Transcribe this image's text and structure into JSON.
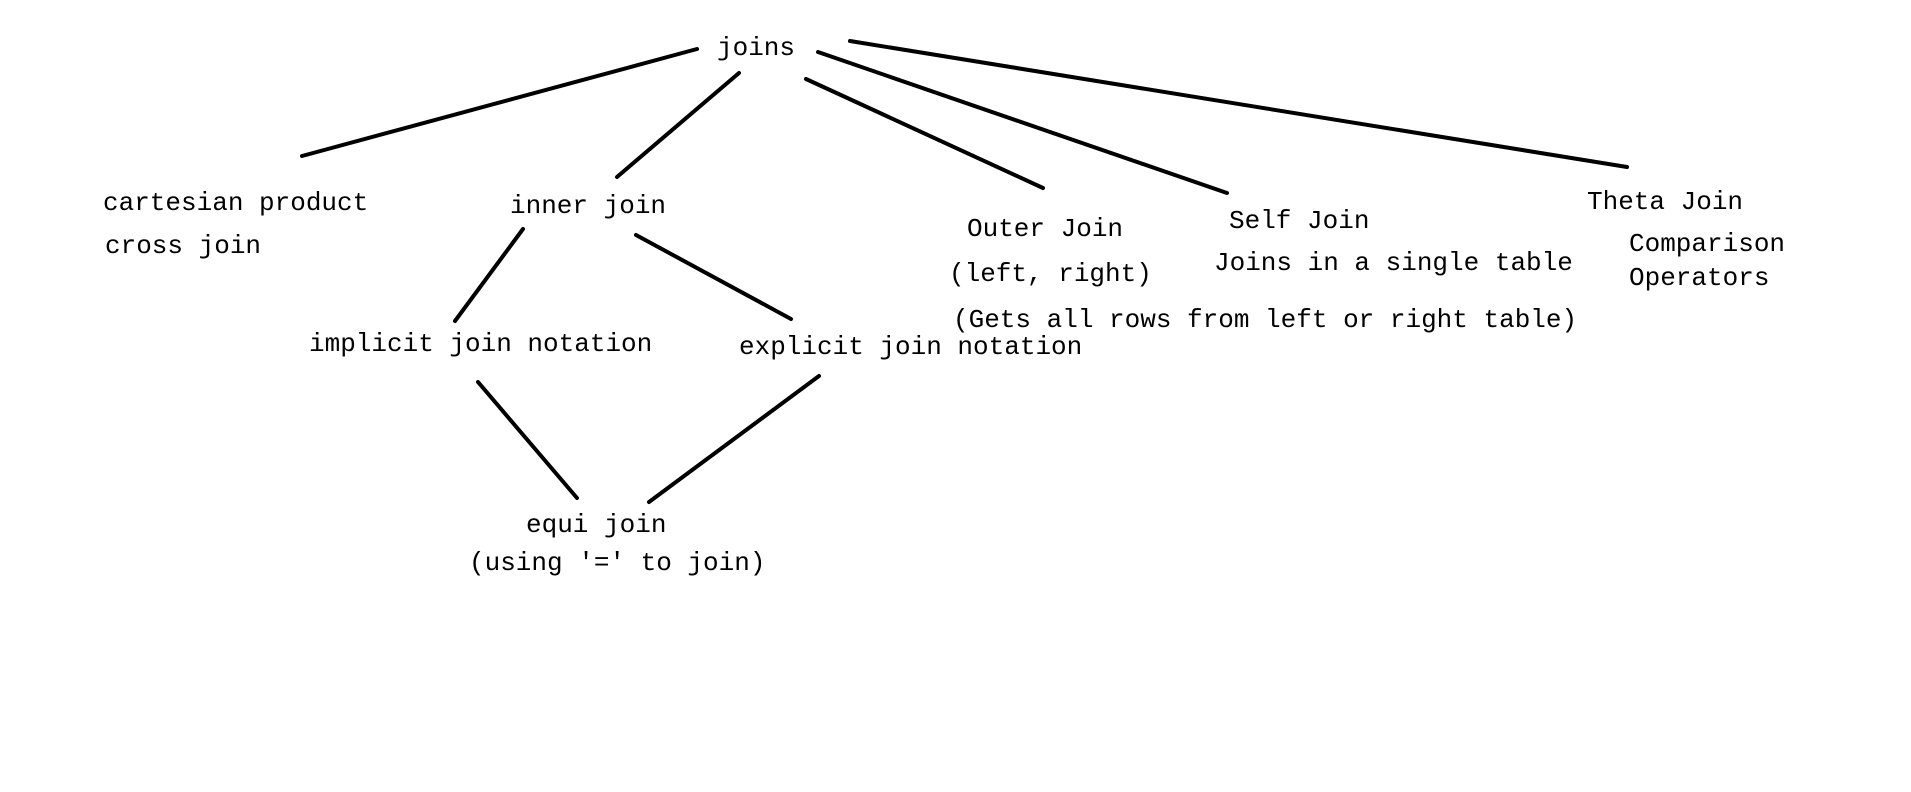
{
  "diagram": {
    "root": "joins",
    "cartesian": {
      "line1": "cartesian product",
      "line2": "cross join"
    },
    "inner": {
      "title": "inner join",
      "implicit": "implicit join notation",
      "explicit": "explicit join notation",
      "equi": {
        "line1": "equi join",
        "line2": "(using '=' to join)"
      }
    },
    "outer": {
      "title": "Outer Join",
      "line2": "(left, right)",
      "line3": "(Gets all rows from left or right table)"
    },
    "self": {
      "title": "Self Join",
      "line2": "Joins in a single table"
    },
    "theta": {
      "title": "Theta Join",
      "line2": "Comparison",
      "line3": "Operators"
    }
  }
}
